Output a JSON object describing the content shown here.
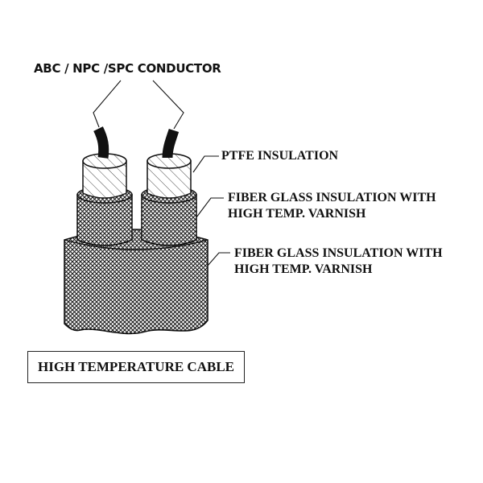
{
  "labels": {
    "conductor": "ABC / NPC /SPC CONDUCTOR",
    "ptfe": "PTFE INSULATION",
    "fiber_inner": [
      "FIBER GLASS INSULATION WITH",
      "HIGH TEMP. VARNISH"
    ],
    "fiber_outer": [
      "FIBER GLASS INSULATION WITH",
      "HIGH TEMP. VARNISH"
    ]
  },
  "title": "HIGH TEMPERATURE CABLE",
  "colors": {
    "ink": "#111111",
    "background": "#ffffff"
  }
}
